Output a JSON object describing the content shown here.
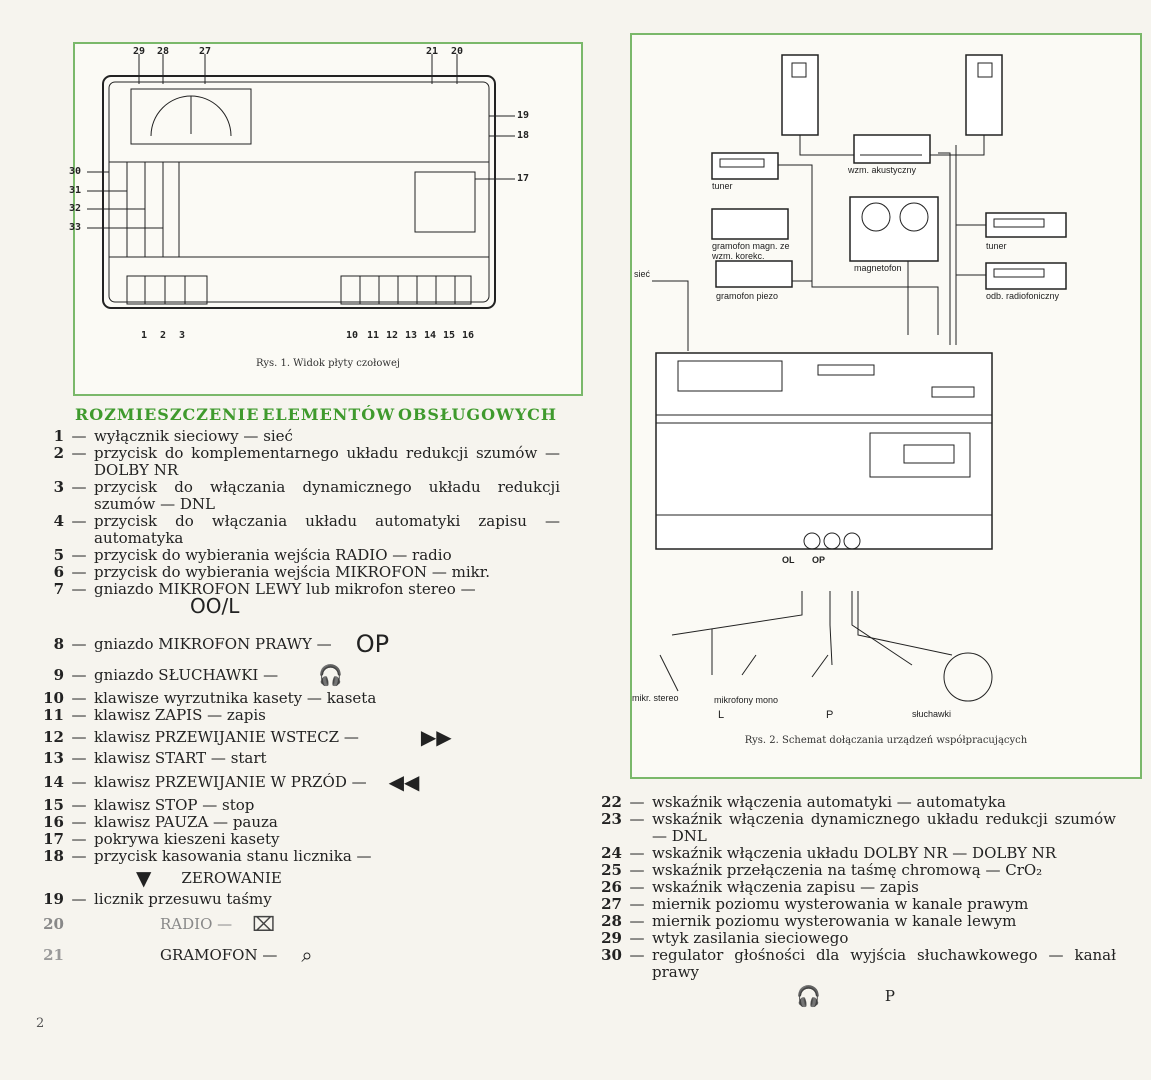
{
  "figure1": {
    "caption": "Rys. 1. Widok płyty czołowej",
    "top_numbers": [
      "29",
      "28",
      "27",
      "21",
      "20"
    ],
    "right_numbers": [
      "19",
      "18",
      "17"
    ],
    "left_numbers": [
      "30",
      "31",
      "32",
      "33"
    ],
    "bottom_numbers_left": [
      "1",
      "2",
      "3"
    ],
    "bottom_numbers_right": [
      "10",
      "11",
      "12",
      "13",
      "14",
      "15",
      "16"
    ]
  },
  "figure2": {
    "caption": "Rys. 2. Schemat dołączania urządzeń współpracujących",
    "labels": {
      "amp": "wzm. akustyczny",
      "tuner_left": "tuner",
      "gram_mag": "gramofon magn. ze wzm. korekc.",
      "gram_piezo": "gramofon piezo",
      "tape": "magnetofon",
      "tuner_right": "tuner",
      "receiver": "odb. radiofoniczny",
      "mains": "sieć",
      "mic_stereo": "mikr. stereo",
      "mic_mono": "mikrofony mono",
      "mic_l": "L",
      "mic_p": "P",
      "headphones": "słuchawki",
      "jack_l": "OL",
      "jack_p": "OP"
    }
  },
  "heading": [
    "ROZMIESZCZENIE",
    "ELEMENTÓW",
    "OBSŁUGOWYCH"
  ],
  "items_left": [
    {
      "num": "1",
      "text": "wyłącznik sieciowy — sieć"
    },
    {
      "num": "2",
      "text": "przycisk do komplementarnego układu redukcji szumów — DOLBY NR"
    },
    {
      "num": "3",
      "text": "przycisk do włączania dynamicznego układu redukcji szumów — DNL"
    },
    {
      "num": "4",
      "text": "przycisk do włączania układu automatyki zapisu — automatyka"
    },
    {
      "num": "5",
      "text": "przycisk do wybierania wejścia RADIO — radio"
    },
    {
      "num": "6",
      "text": "przycisk do wybierania wejścia MIKROFON — mikr."
    },
    {
      "num": "7",
      "text": "gniazdo MIKROFON LEWY lub mikrofon stereo —"
    },
    {
      "num": "8",
      "text": "gniazdo MIKROFON PRAWY —"
    },
    {
      "num": "9",
      "text": "gniazdo SŁUCHAWKI —"
    },
    {
      "num": "10",
      "text": "klawisze wyrzutnika kasety — kaseta"
    },
    {
      "num": "11",
      "text": "klawisz ZAPIS — zapis"
    },
    {
      "num": "12",
      "text": "klawisz PRZEWIJANIE WSTECZ —"
    },
    {
      "num": "13",
      "text": "klawisz START — start"
    },
    {
      "num": "14",
      "text": "klawisz PRZEWIJANIE W PRZÓD —"
    },
    {
      "num": "15",
      "text": "klawisz STOP — stop"
    },
    {
      "num": "16",
      "text": "klawisz PAUZA — pauza"
    },
    {
      "num": "17",
      "text": "pokrywa kieszeni kasety"
    },
    {
      "num": "18",
      "text": "przycisk kasowania stanu licznika —"
    },
    {
      "num": "19",
      "text": "licznik przesuwu taśmy"
    },
    {
      "num": "20",
      "text": "RADIO —"
    },
    {
      "num": "21",
      "text": "GRAMOFON —"
    }
  ],
  "symbols": {
    "item7": "OO/L",
    "item8": "OP",
    "item9": "🎧",
    "item12": "▶▶",
    "item14": "◀◀",
    "item18": "▼",
    "item18_label": "ZEROWANIE",
    "item20": "⌧",
    "item21": "⌕"
  },
  "items_right": [
    {
      "num": "22",
      "text": "wskaźnik włączenia automatyki — automatyka"
    },
    {
      "num": "23",
      "text": "wskaźnik włączenia dynamicznego układu redukcji szumów — DNL"
    },
    {
      "num": "24",
      "text": "wskaźnik włączenia układu DOLBY NR — DOLBY NR"
    },
    {
      "num": "25",
      "text": "wskaźnik przełączenia na taśmę chromową — CrO₂"
    },
    {
      "num": "26",
      "text": "wskaźnik włączenia zapisu — zapis"
    },
    {
      "num": "27",
      "text": "miernik poziomu wysterowania w kanale prawym"
    },
    {
      "num": "28",
      "text": "miernik poziomu wysterowania w kanale lewym"
    },
    {
      "num": "29",
      "text": "wtyk zasilania sieciowego"
    },
    {
      "num": "30",
      "text": "regulator głośności dla wyjścia słuchawkowego — kanał prawy"
    }
  ],
  "item30_suffix": "P",
  "page_number": "2"
}
